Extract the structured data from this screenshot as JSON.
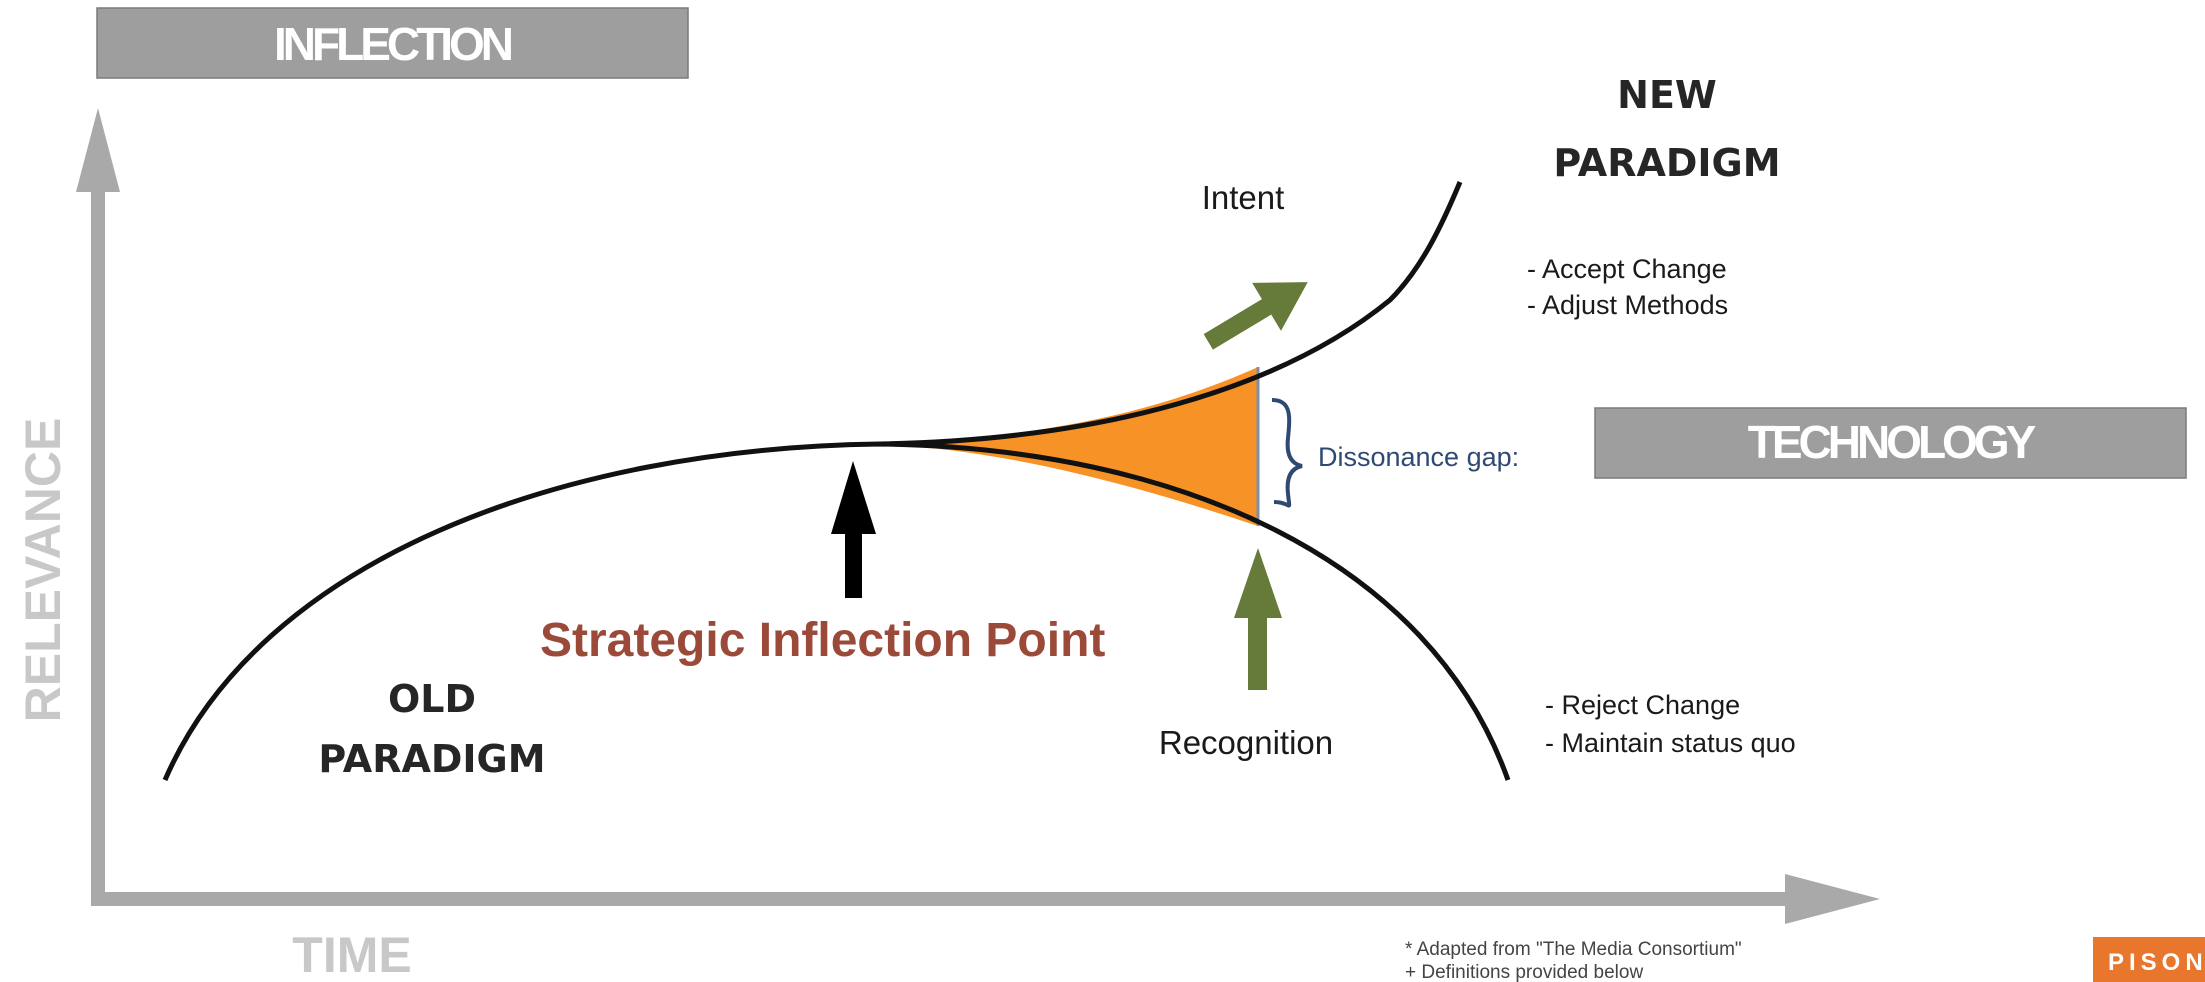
{
  "banners": {
    "inflection": "INFLECTION",
    "technology": "TECHNOLOGY"
  },
  "axes": {
    "y_label": "RELEVANCE",
    "x_label": "TIME"
  },
  "new_paradigm": {
    "line1": "NEW",
    "line2": "PARADIGM",
    "items": [
      "- Accept Change",
      "- Adjust Methods"
    ]
  },
  "old_paradigm": {
    "line1": "OLD",
    "line2": "PARADIGM",
    "items": [
      "- Reject Change",
      "- Maintain status quo"
    ]
  },
  "labels": {
    "intent": "Intent",
    "recognition": "Recognition",
    "strategic_inflection_point": "Strategic Inflection Point",
    "dissonance_gap": "Dissonance gap:"
  },
  "footnote": {
    "line1": "* Adapted from \"The Media Consortium\"",
    "line2": "+ Definitions provided below"
  },
  "logo": {
    "text": "PISON"
  },
  "colors": {
    "banner_bg": "#9e9e9e",
    "axis": "#a9a9a9",
    "gap_fill": "#f79226",
    "arrow_green": "#667a3a",
    "logo_bg": "#e8762c"
  }
}
